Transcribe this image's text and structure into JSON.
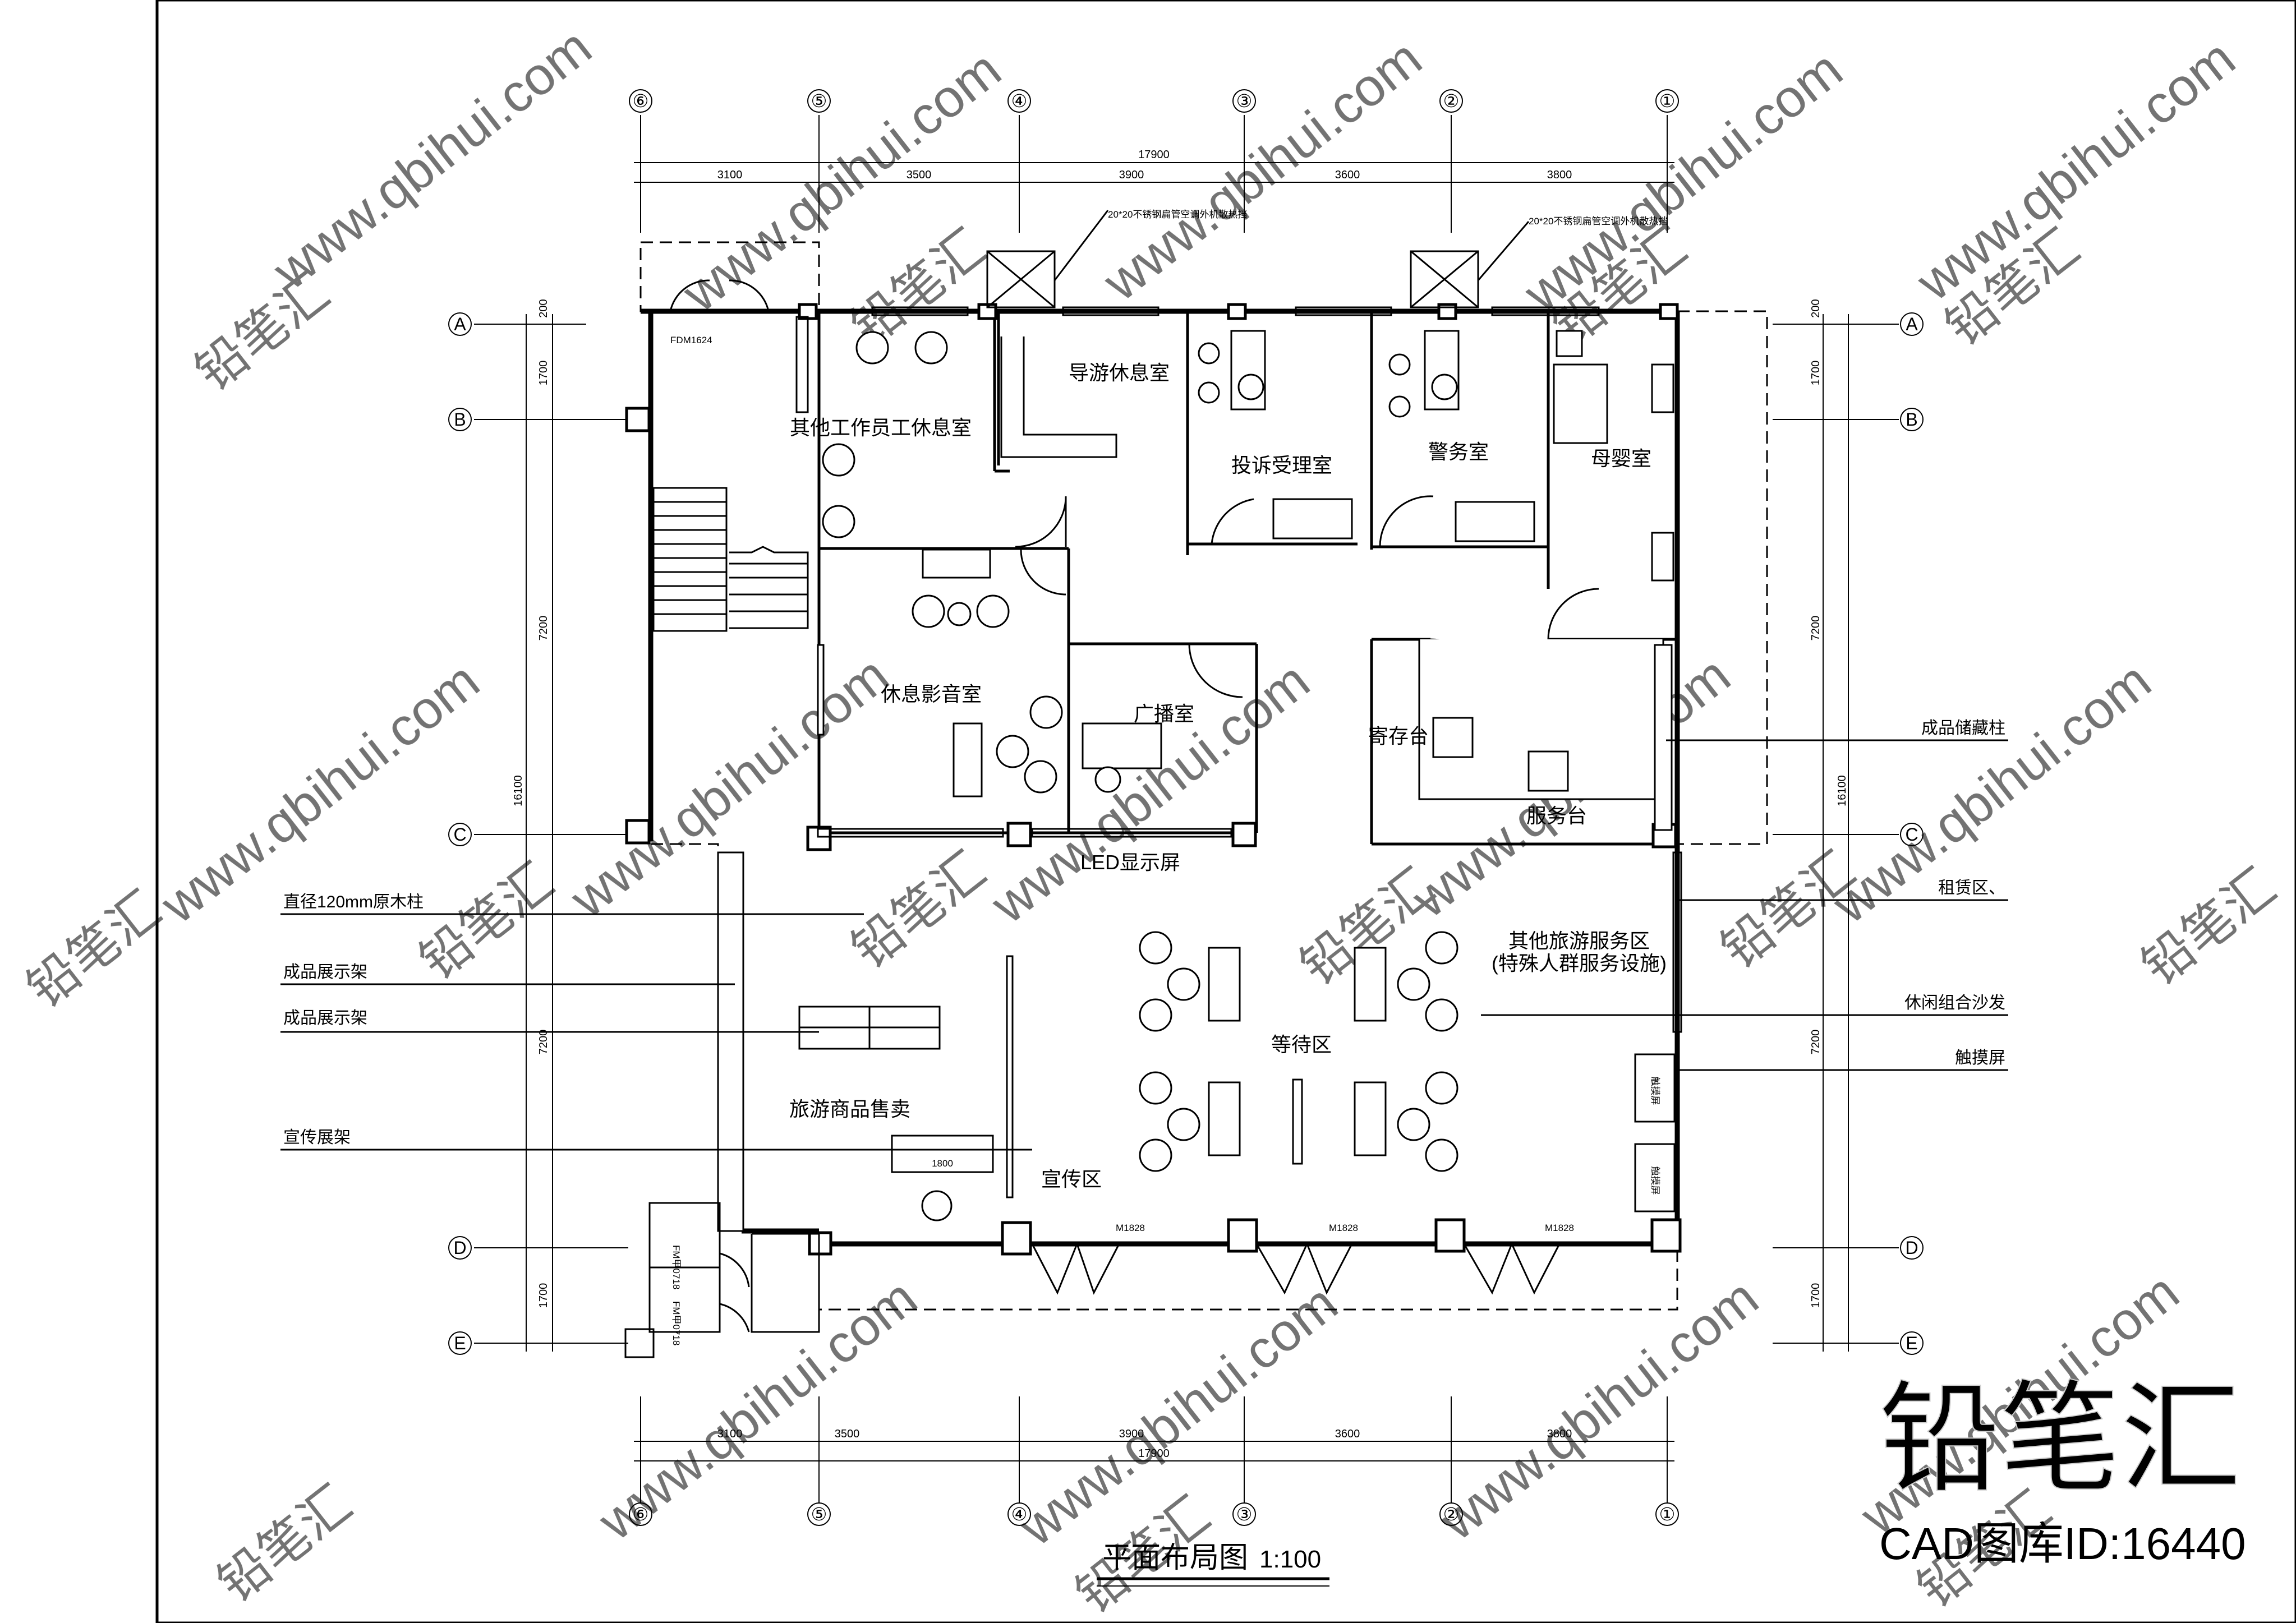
{
  "title": {
    "main": "平面布局图",
    "scale": "1:100"
  },
  "grid": {
    "columns": [
      "⑥",
      "⑤",
      "④",
      "③",
      "②",
      "①"
    ],
    "rows": [
      "A",
      "B",
      "C",
      "D",
      "E"
    ]
  },
  "dimensions": {
    "total_horizontal": "17900",
    "horizontal": [
      "3100",
      "3500",
      "3900",
      "3600",
      "3800"
    ],
    "total_vertical": "16100",
    "vertical": [
      "200",
      "1700",
      "7200",
      "7200",
      "1700"
    ]
  },
  "rooms": {
    "staff_rest": "其他工作员工休息室",
    "guide_rest": "导游休息室",
    "complaint": "投诉受理室",
    "police": "警务室",
    "mother_baby": "母婴室",
    "av_room": "休息影音室",
    "broadcast": "广播室",
    "storage_desk": "寄存台",
    "service_desk": "服务台",
    "led": "LED显示屏",
    "waiting": "等待区",
    "promo": "宣传区",
    "shop": "旅游商品售卖",
    "other_service": "其他旅游服务区",
    "other_service_sub": "(特殊人群服务设施)"
  },
  "notes": {
    "ac_left": "20*20不锈钢扁管空调外机散热挡",
    "ac_right": "20*20不锈钢扁管空调外机散热挡"
  },
  "leaders_left": [
    "直径120mm原木柱",
    "成品展示架",
    "成品展示架",
    "宣传展架"
  ],
  "leaders_right": [
    "成品储藏柱",
    "租赁区、",
    "休闲组合沙发",
    "触摸屏"
  ],
  "door_labels": {
    "fdm": "FDM1624",
    "m1": "M1828",
    "m2": "M1828",
    "m3": "M1828",
    "fm1": "FM甲0718",
    "fm2": "FM甲0718"
  },
  "misc_labels": {
    "shelf_dim": "1800",
    "touch1": "触摸屏",
    "touch2": "触摸屏"
  },
  "watermark": {
    "url": "www.qbihui.com",
    "brand": "铅笔汇",
    "cad_id": "CAD图库ID:16440"
  },
  "colors": {
    "line": "#000000",
    "background": "#ffffff",
    "watermark": "#d8d8d8"
  }
}
